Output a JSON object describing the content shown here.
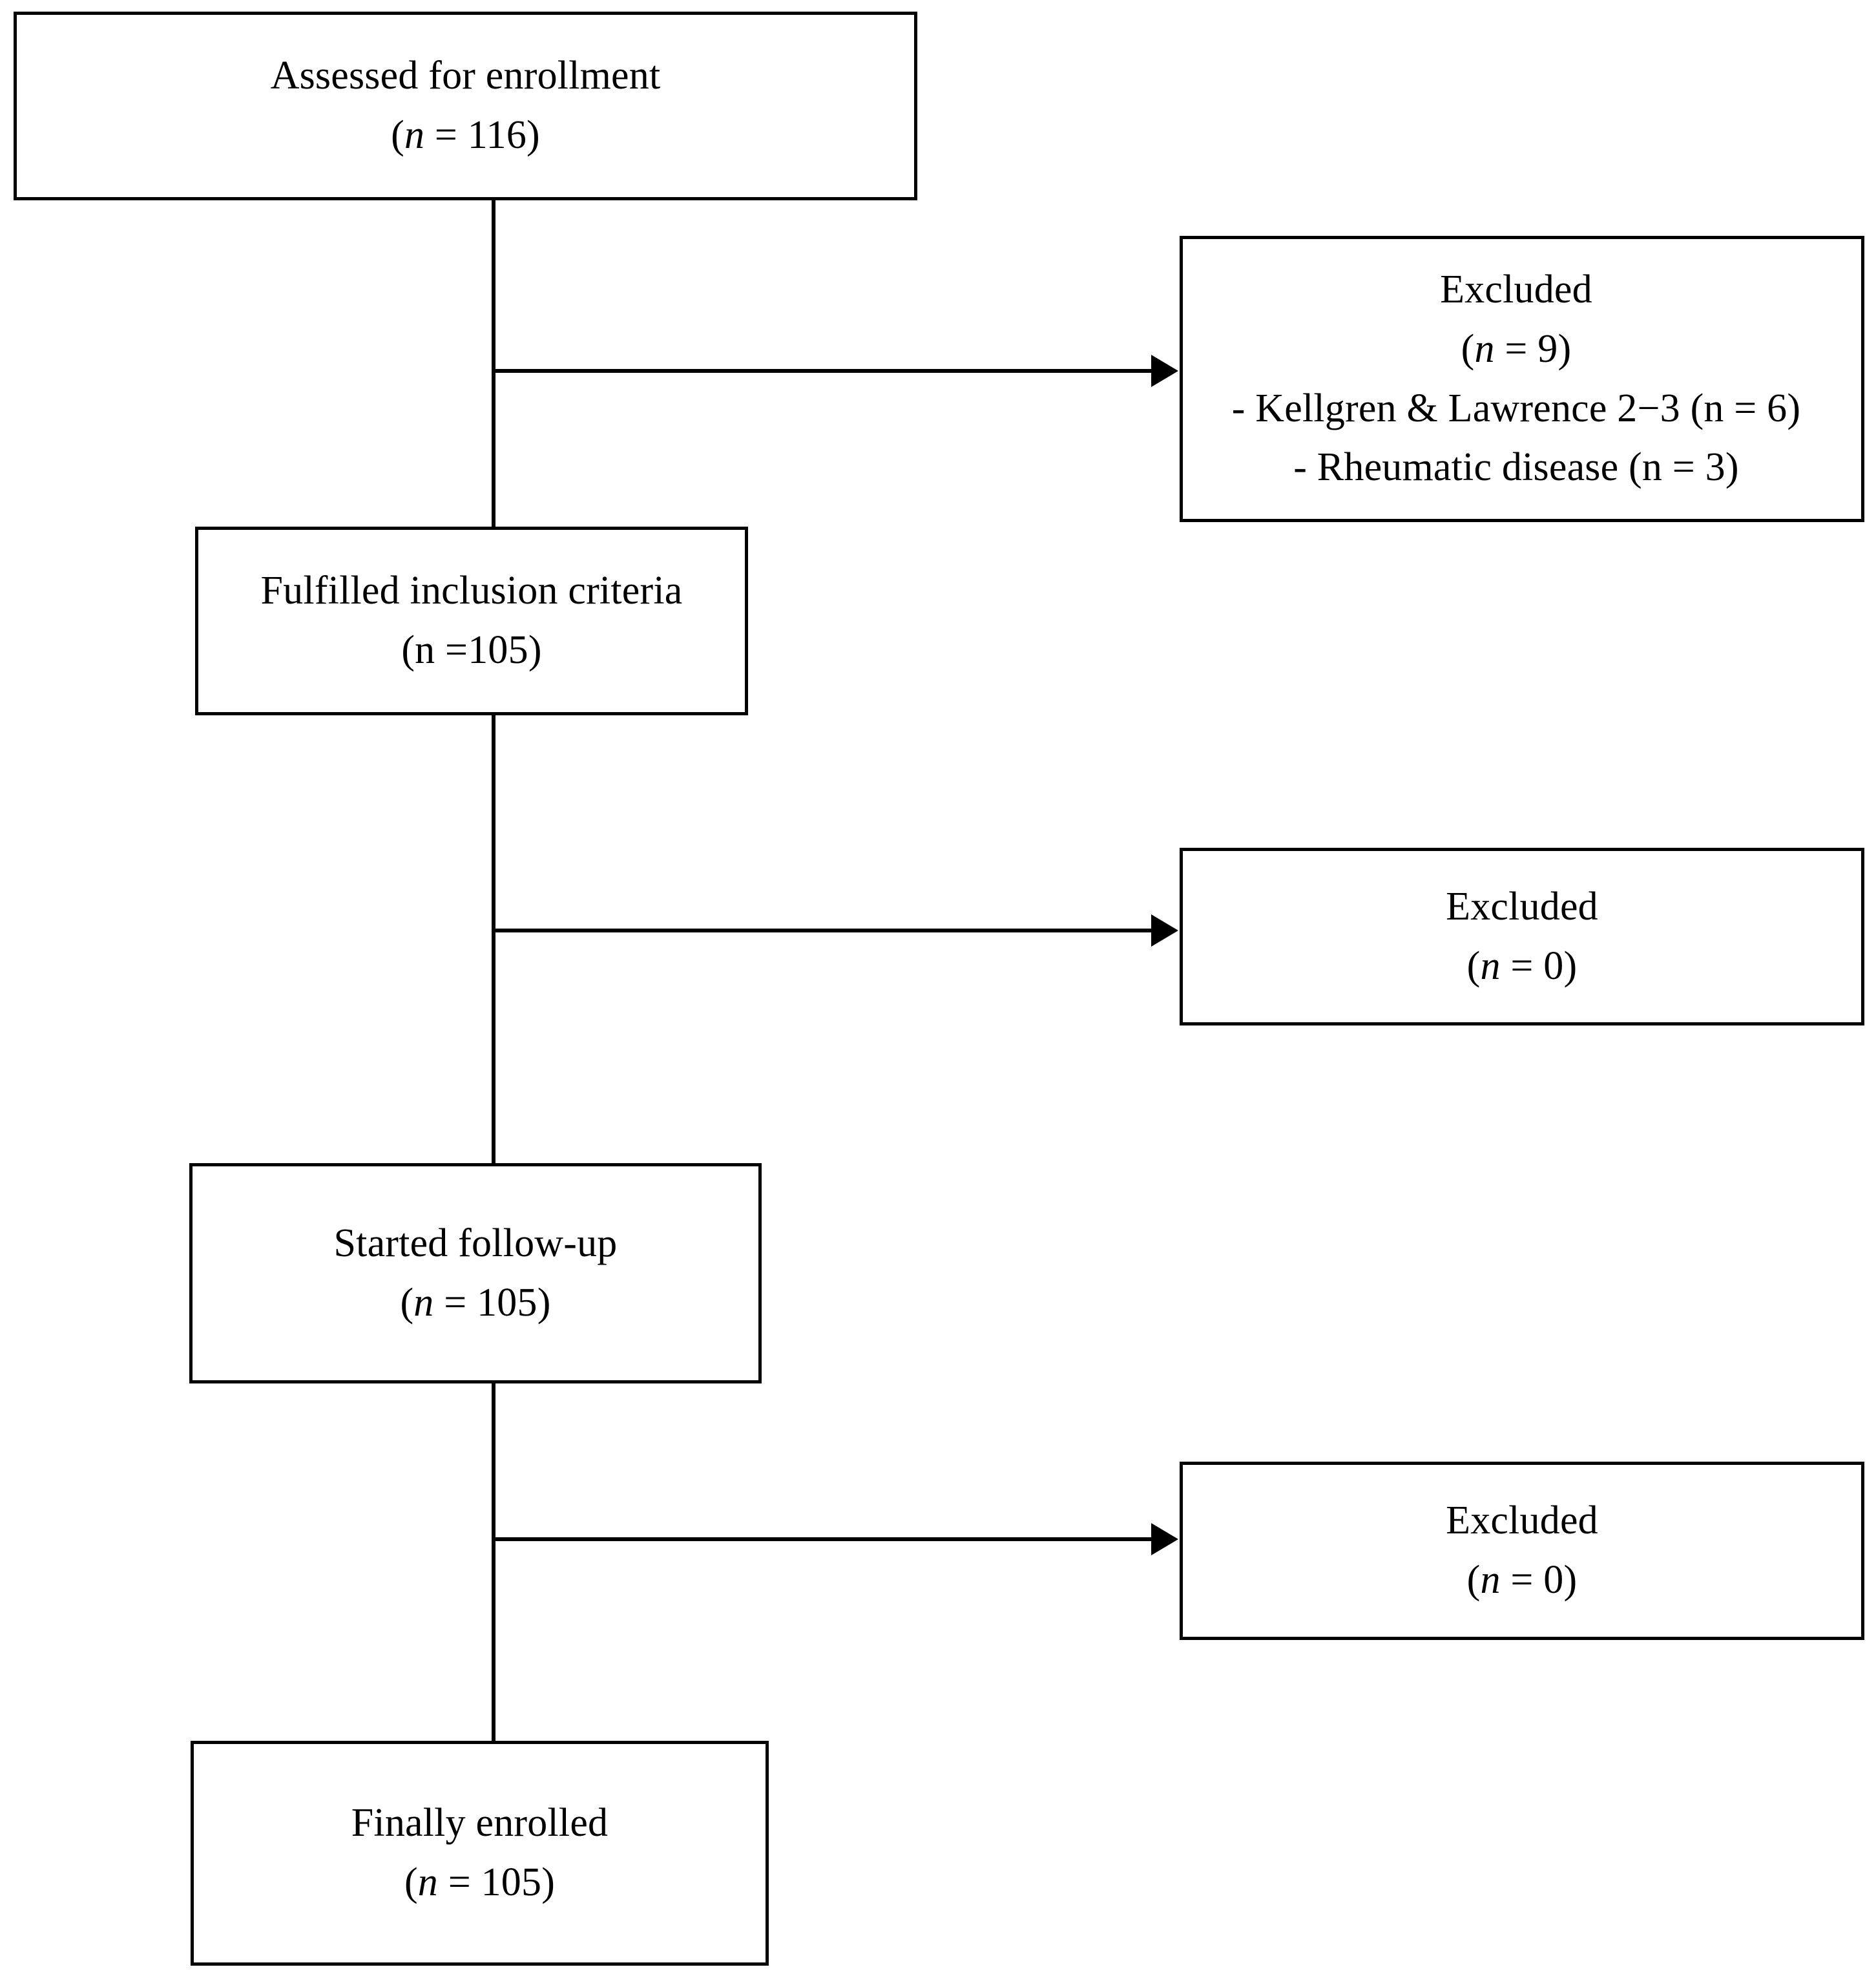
{
  "diagram": {
    "type": "CONSORT-style participant flow diagram",
    "nodes": [
      {
        "id": "assessed",
        "title": "Assessed for enrollment",
        "count_label": "(n = 116)",
        "n": 116
      },
      {
        "id": "excluded-1",
        "title": "Excluded",
        "count_label": "(n = 9)",
        "n": 9,
        "reason_1": "- Kellgren & Lawrence 2−3 (n = 6)",
        "reason_2": "- Rheumatic disease (n = 3)"
      },
      {
        "id": "fulfilled",
        "title": "Fulfilled inclusion criteria",
        "count_label": "(n =105)",
        "n": 105
      },
      {
        "id": "excluded-2",
        "title": "Excluded",
        "count_label": "(n = 0)",
        "n": 0
      },
      {
        "id": "followup",
        "title": "Started follow-up",
        "count_label": "(n = 105)",
        "n": 105
      },
      {
        "id": "excluded-3",
        "title": "Excluded",
        "count_label": "(n = 0)",
        "n": 0
      },
      {
        "id": "enrolled",
        "title": "Finally enrolled",
        "count_label": "(n = 105)",
        "n": 105
      }
    ],
    "edges": [
      {
        "from": "assessed",
        "to": "fulfilled",
        "kind": "vertical"
      },
      {
        "from": "assessed",
        "to": "excluded-1",
        "kind": "arrow-right"
      },
      {
        "from": "fulfilled",
        "to": "followup",
        "kind": "vertical"
      },
      {
        "from": "fulfilled",
        "to": "excluded-2",
        "kind": "arrow-right"
      },
      {
        "from": "followup",
        "to": "enrolled",
        "kind": "vertical"
      },
      {
        "from": "followup",
        "to": "excluded-3",
        "kind": "arrow-right"
      }
    ],
    "colors": {
      "background": "#ffffff",
      "stroke": "#000000",
      "text": "#000000"
    }
  }
}
